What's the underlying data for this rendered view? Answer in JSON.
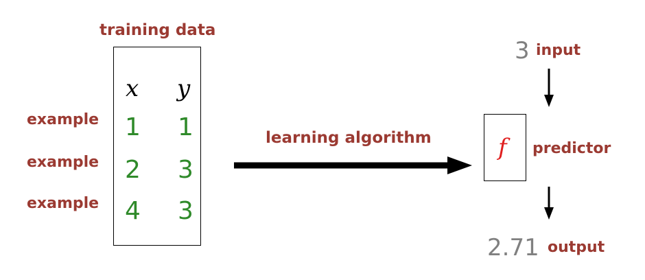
{
  "training_data": {
    "title": "training data",
    "headers": [
      "x",
      "y"
    ],
    "rows": [
      {
        "label": "example",
        "x": "1",
        "y": "1"
      },
      {
        "label": "example",
        "x": "2",
        "y": "3"
      },
      {
        "label": "example",
        "x": "4",
        "y": "3"
      }
    ]
  },
  "learning_algorithm": "learning algorithm",
  "predictor": {
    "symbol": "f",
    "label": "predictor"
  },
  "input": {
    "value": "3",
    "label": "input"
  },
  "output": {
    "value": "2.71",
    "label": "output"
  },
  "colors": {
    "label": "#9b3a32",
    "data_value": "#2f8a2a",
    "io_value": "#808080",
    "predictor_symbol": "#e02020"
  }
}
